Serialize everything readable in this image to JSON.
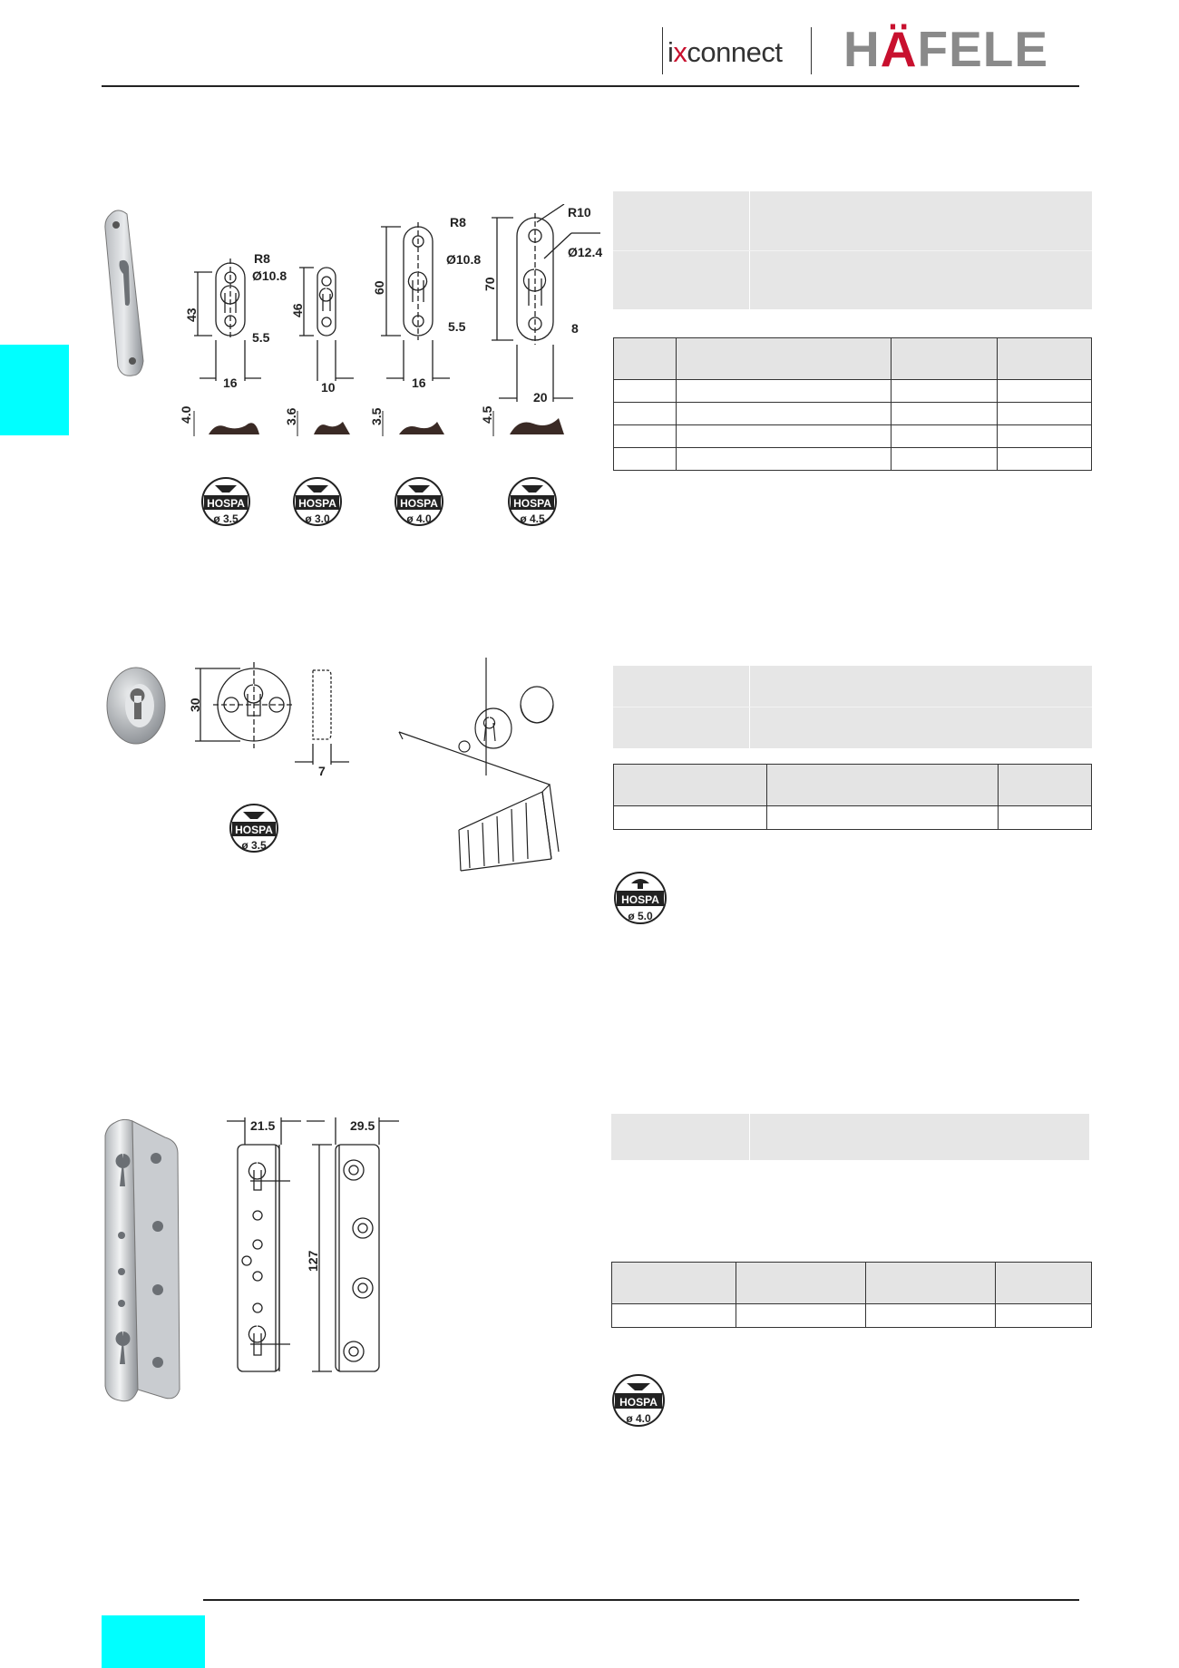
{
  "header": {
    "brand_ix_1": "i",
    "brand_ix_x": "x",
    "brand_ix_2": "connect",
    "brand_hafele_1": "H",
    "brand_hafele_a": "Ä",
    "brand_hafele_2": "FELE"
  },
  "colors": {
    "accent_cyan": "#00ffff",
    "brand_red": "#c8102e",
    "brand_gray": "#8a8a8a",
    "table_head": "#e4e4e4"
  },
  "section1": {
    "dims": {
      "d1": [
        "R8",
        "Ø10.8",
        "43",
        "5.5",
        "16",
        "4.0"
      ],
      "d2": [
        "46",
        "10",
        "3.6"
      ],
      "d3": [
        "R8",
        "Ø10.8",
        "60",
        "5.5",
        "16",
        "3.5"
      ],
      "d4": [
        "R10",
        "Ø12.4",
        "70",
        "8",
        "20",
        "4.5"
      ]
    },
    "badges": [
      {
        "brand": "HOSPA",
        "size": "3.5"
      },
      {
        "brand": "HOSPA",
        "size": "3.0"
      },
      {
        "brand": "HOSPA",
        "size": "4.0"
      },
      {
        "brand": "HOSPA",
        "size": "4.5"
      }
    ]
  },
  "section2": {
    "dims": [
      "30",
      "7"
    ],
    "badges": [
      {
        "brand": "HOSPA",
        "size": "3.5"
      },
      {
        "brand": "HOSPA",
        "size": "5.0"
      }
    ]
  },
  "section3": {
    "dims": [
      "21.5",
      "29.5",
      "127"
    ],
    "badges": [
      {
        "brand": "HOSPA",
        "size": "4.0"
      }
    ]
  },
  "icons": [
    "countersunk-screw-icon",
    "panhead-screw-icon"
  ]
}
